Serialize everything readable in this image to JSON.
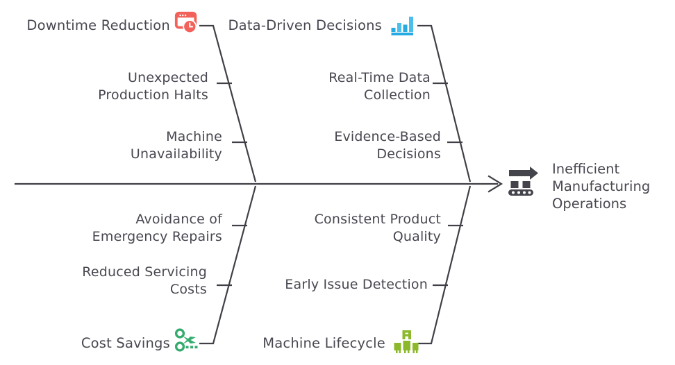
{
  "diagram": {
    "type": "fishbone",
    "title_text_color": "#474750",
    "spine_color": "#3f3f46",
    "effect": {
      "label": "Inefficient\nManufacturing\nOperations",
      "icon_name": "conveyor-belt-icon",
      "icon_color": "#44444c"
    },
    "categories": [
      {
        "id": "downtime-reduction",
        "label": "Downtime Reduction",
        "position": "top-left",
        "icon_name": "window-clock-icon",
        "icon_color": "#f2625a",
        "causes": [
          "Unexpected\nProduction Halts",
          "Machine\nUnavailability"
        ]
      },
      {
        "id": "data-driven-decisions",
        "label": "Data-Driven Decisions",
        "position": "top-right",
        "icon_name": "bar-chart-icon",
        "icon_color": "#27a9e1",
        "causes": [
          "Real-Time Data\nCollection",
          "Evidence-Based\nDecisions"
        ]
      },
      {
        "id": "cost-savings",
        "label": "Cost Savings",
        "position": "bottom-left",
        "icon_name": "scissors-icon",
        "icon_color": "#36ab6e",
        "causes": [
          "Avoidance of\nEmergency Repairs",
          "Reduced Servicing\nCosts"
        ]
      },
      {
        "id": "machine-lifecycle",
        "label": "Machine Lifecycle",
        "position": "bottom-right",
        "icon_name": "factory-machine-icon",
        "icon_color": "#8cb82b",
        "causes": [
          "Consistent Product\nQuality",
          "Early Issue Detection"
        ]
      }
    ]
  }
}
